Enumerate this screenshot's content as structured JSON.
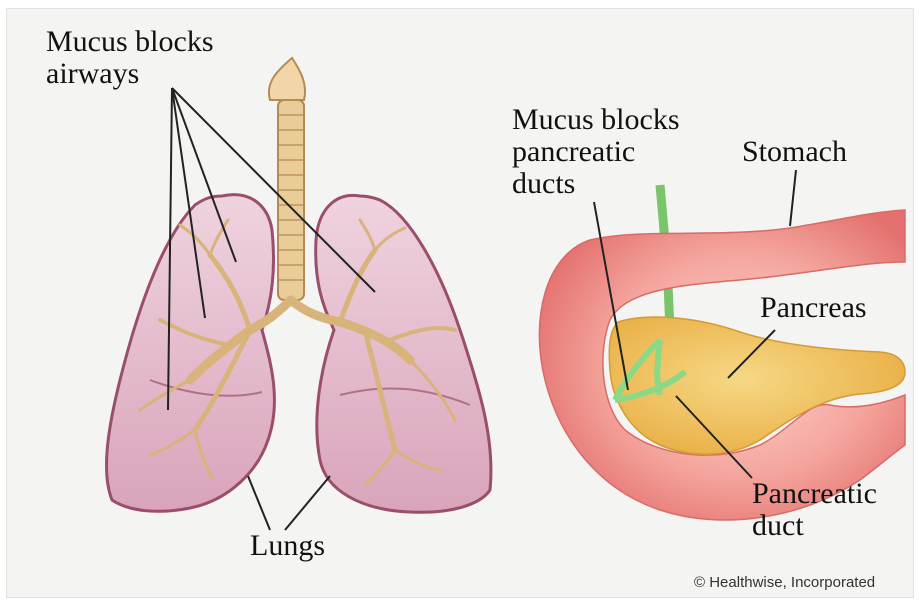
{
  "labels": {
    "mucus_airways": [
      "Mucus blocks",
      "airways"
    ],
    "lungs": "Lungs",
    "mucus_ducts": [
      "Mucus blocks",
      "pancreatic",
      "ducts"
    ],
    "stomach": "Stomach",
    "pancreas": "Pancreas",
    "pancreatic_duct": [
      "Pancreatic",
      "duct"
    ]
  },
  "credit": "© Healthwise, Incorporated",
  "colors": {
    "lung_fill": "#e8c3d2",
    "lung_outline": "#9a4e6a",
    "airway": "#d4b27f",
    "stomach": "#ef8f8a",
    "pancreas": "#f1c55a",
    "duct": "#7ed37b"
  }
}
